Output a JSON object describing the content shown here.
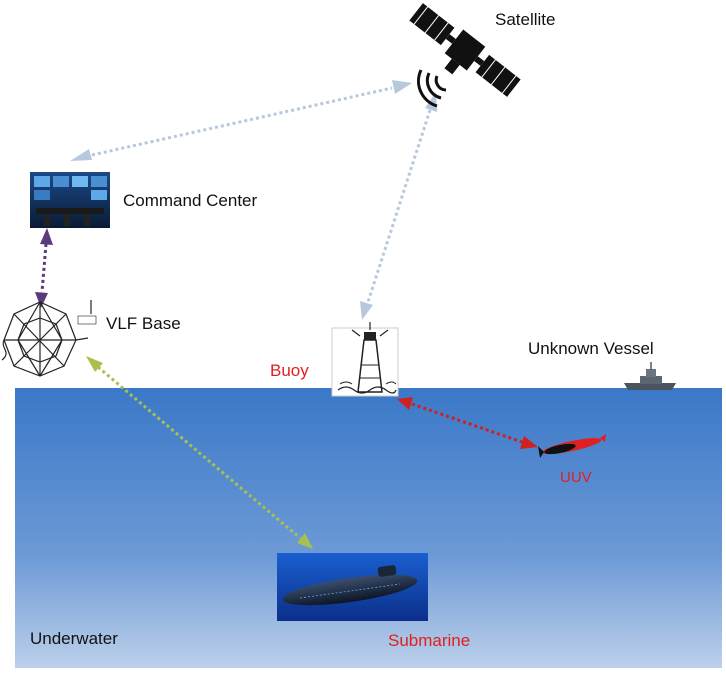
{
  "nodes": {
    "satellite": {
      "label": "Satellite"
    },
    "command_center": {
      "label": "Command Center"
    },
    "vlf_base": {
      "label": "VLF Base"
    },
    "buoy": {
      "label": "Buoy"
    },
    "unknown_vessel": {
      "label": "Unknown Vessel"
    },
    "uuv": {
      "label": "UUV"
    },
    "submarine": {
      "label": "Submarine"
    },
    "underwater": {
      "label": "Underwater"
    }
  },
  "links": [
    {
      "from": "satellite",
      "to": "command_center",
      "color": "#b8c8dc"
    },
    {
      "from": "satellite",
      "to": "buoy",
      "color": "#b8c8dc"
    },
    {
      "from": "command_center",
      "to": "vlf_base",
      "color": "#5a3a7a"
    },
    {
      "from": "vlf_base",
      "to": "submarine",
      "color": "#a8c050"
    },
    {
      "from": "buoy",
      "to": "uuv",
      "color": "#d02020"
    }
  ],
  "colors": {
    "water_top": "#3a78c8",
    "water_bottom": "#b9cde8",
    "label_red": "#e02020"
  }
}
